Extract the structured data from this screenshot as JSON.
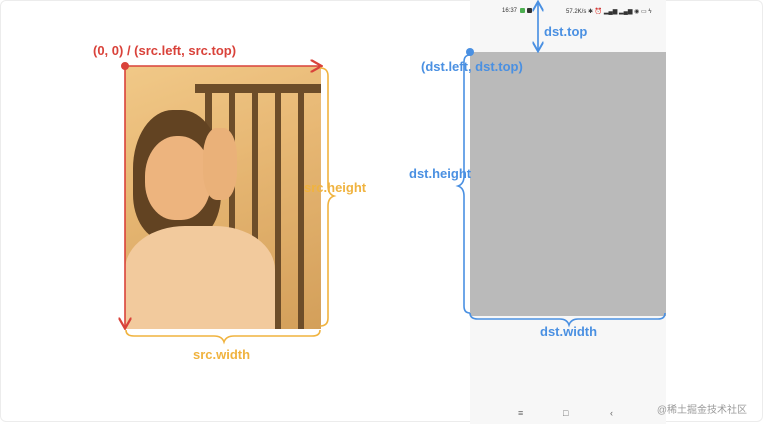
{
  "labels": {
    "origin": "(0, 0) / (src.left, src.top)",
    "src_height": "src.height",
    "src_width": "src.width",
    "dst_top": "dst.top",
    "dst_origin": "(dst.left, dst.top)",
    "dst_height": "dst.height",
    "dst_width": "dst.width"
  },
  "phone": {
    "time": "16:37",
    "status_right": "57.2K/s ✱ ⏰ ▂▄▆ ▂▄▆ ◉ ▭ ϟ",
    "nav": [
      "≡",
      "□",
      "‹"
    ]
  },
  "watermark": "@稀土掘金技术社区",
  "colors": {
    "red": "#d9423a",
    "orange": "#f0b33f",
    "blue": "#4a90e2",
    "dst_fill": "#bababa"
  }
}
